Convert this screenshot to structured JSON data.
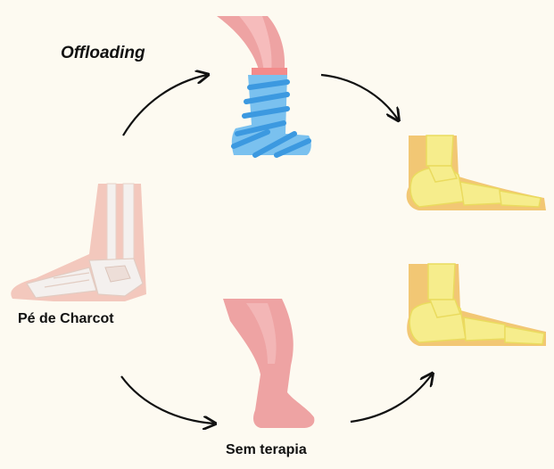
{
  "labels": {
    "offloading": "Offloading",
    "charcot_foot": "Pé de Charcot",
    "no_therapy": "Sem terapia"
  },
  "colors": {
    "background": "#fdfaf1",
    "skin": "#eea3a3",
    "bandage": "#7ac1ef",
    "bandage_stripe": "#3c99e0",
    "bone": "#f6ed8c",
    "bone_outline": "#eadb5e",
    "tissue": "#f2c774",
    "xray_bone": "#f4f0ee",
    "xray_skin": "#f3c3b8",
    "arrow": "#111111"
  },
  "icons": [
    "charcot-foot-xray-icon",
    "leg-with-cast-icon",
    "bare-leg-icon",
    "healed-foot-bones-icon",
    "collapsed-foot-bones-icon"
  ]
}
